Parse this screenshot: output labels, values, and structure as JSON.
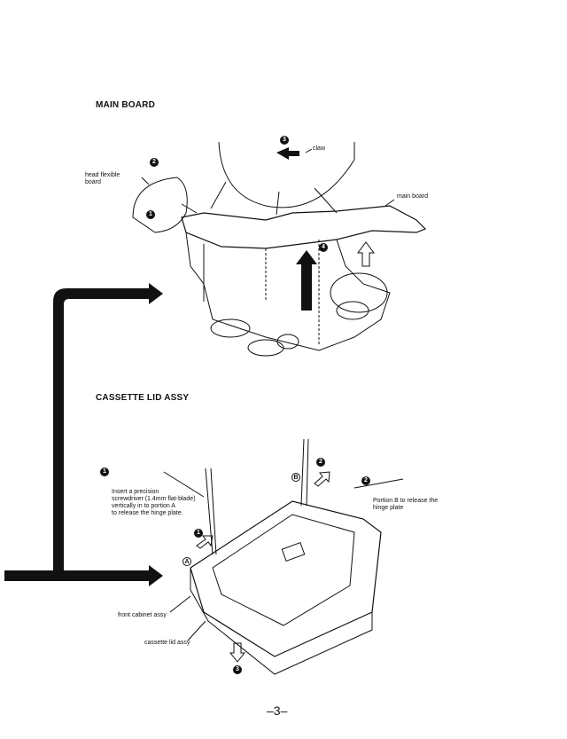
{
  "sections": {
    "main_board": {
      "heading": "MAIN BOARD",
      "labels": {
        "claw": "claw",
        "head_flexible_board": "head flexible\nboard",
        "main_board": "main board"
      },
      "step_numbers": [
        "1",
        "2",
        "3",
        "4"
      ]
    },
    "cassette_lid": {
      "heading": "CASSETTE LID ASSY",
      "instruction_1": "Insert a precision\nscrewdriver (1.4mm flat-blade)\nvertically in to portion A\nto release the hinge plate.",
      "instruction_2": "Portion B to release the\nhinge plate",
      "labels": {
        "front_cabinet": "front cabinet assy",
        "cassette_lid": "cassette lid assy",
        "portion_a": "A",
        "portion_b": "B"
      },
      "step_numbers": [
        "1",
        "2",
        "3"
      ]
    }
  },
  "footer": {
    "page_number": "–3–"
  }
}
